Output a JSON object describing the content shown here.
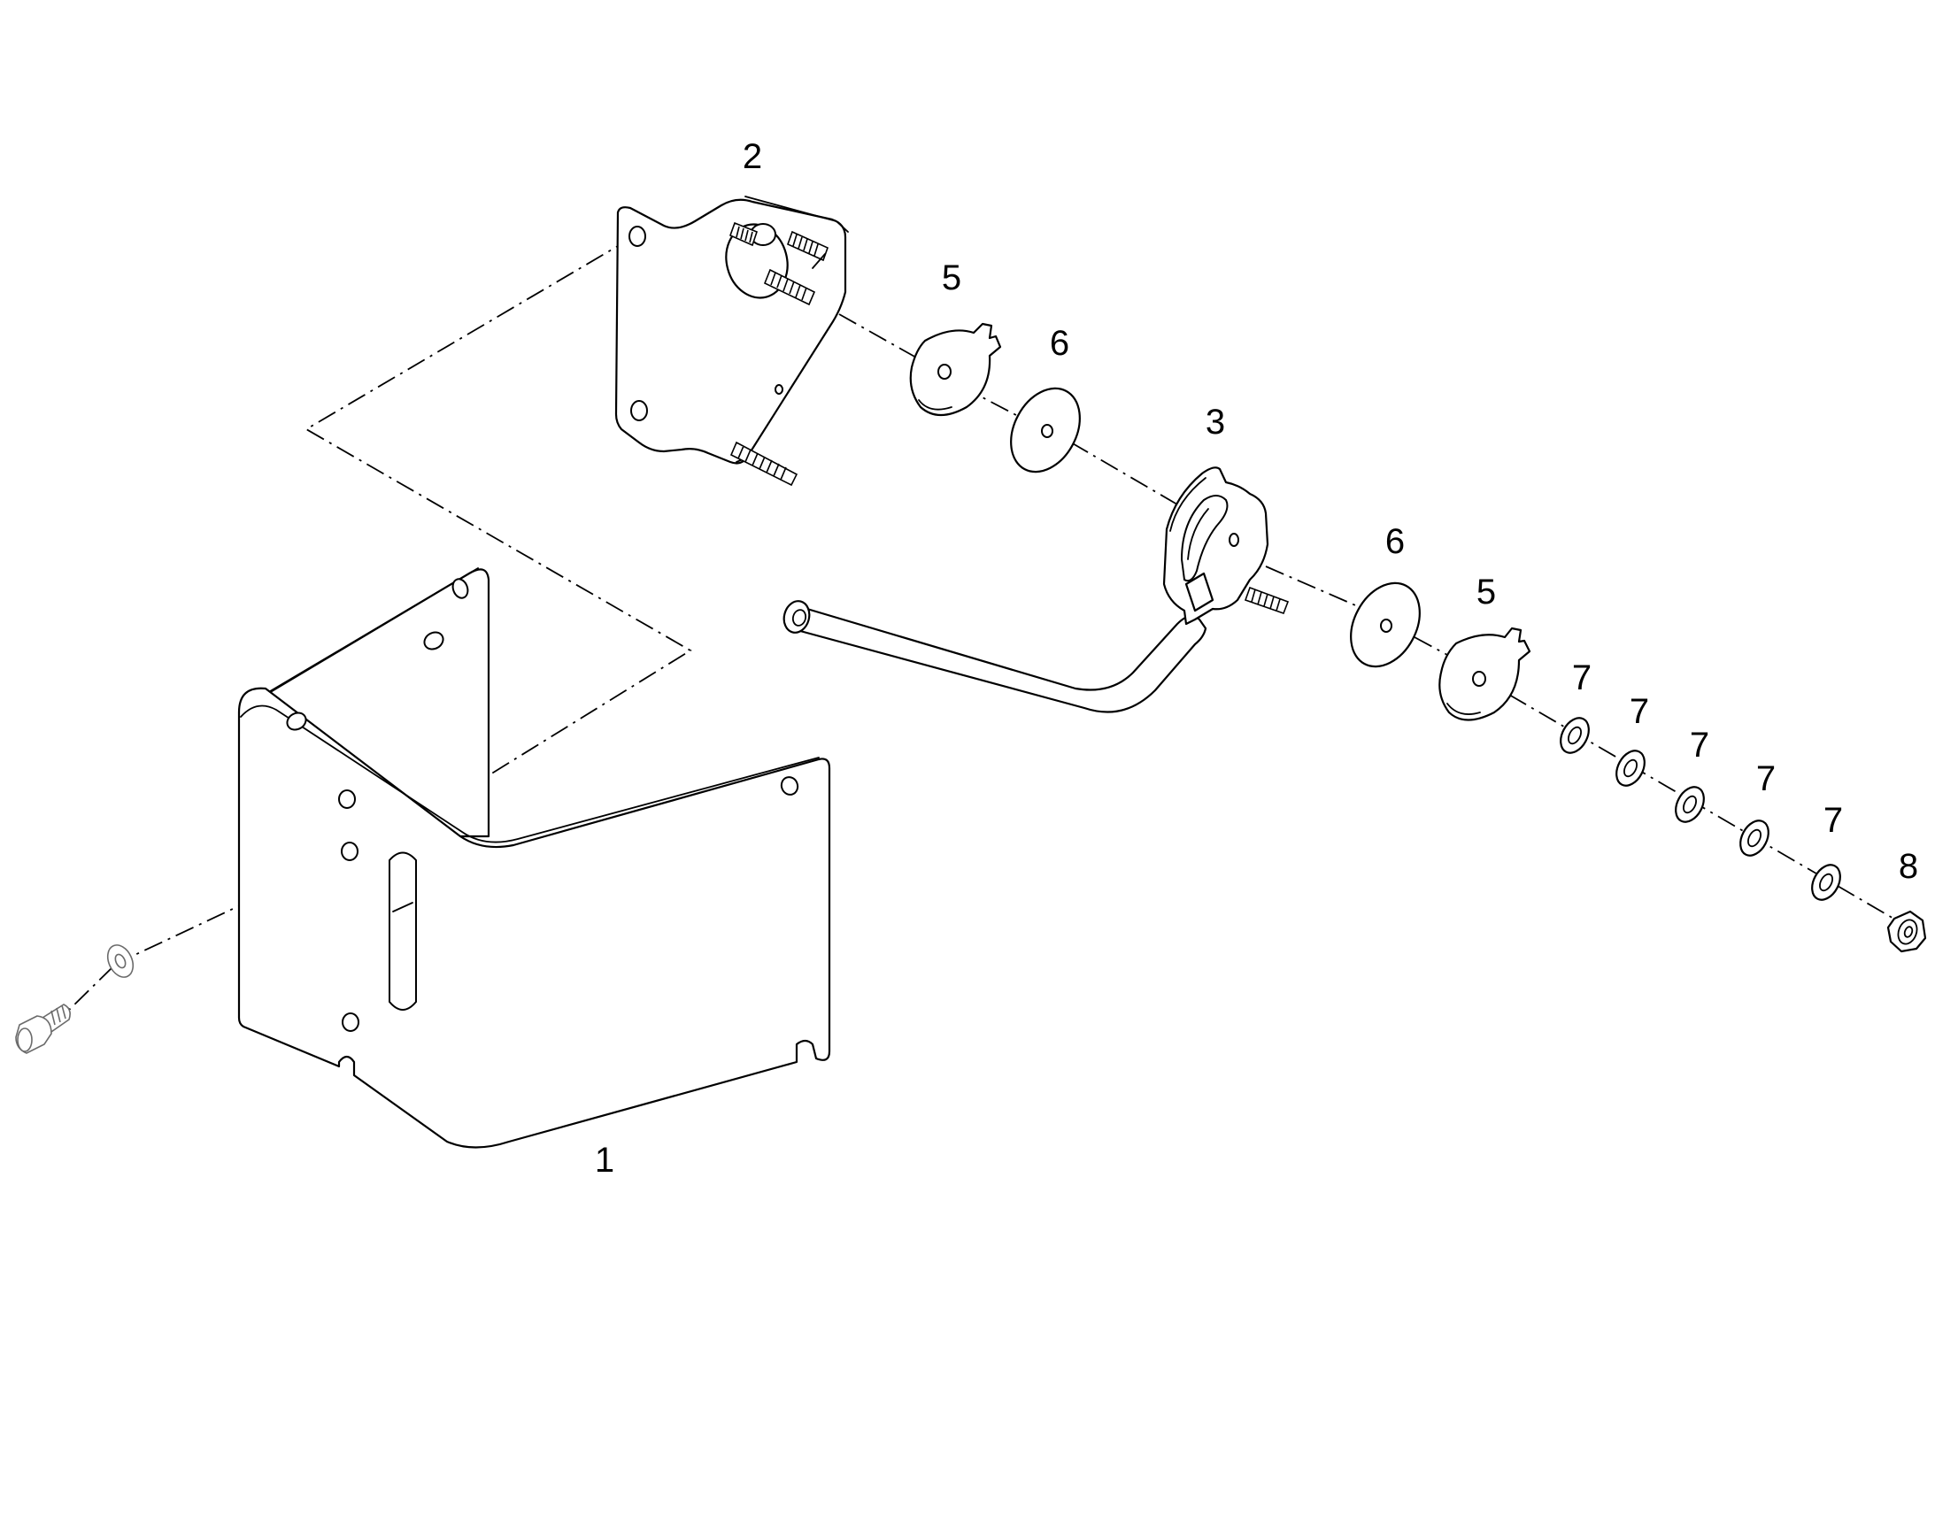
{
  "callouts": [
    {
      "id": "c1",
      "label": "1",
      "part": "mounting-bracket"
    },
    {
      "id": "c2",
      "label": "2",
      "part": "mounting-plate"
    },
    {
      "id": "c3",
      "label": "3",
      "part": "lever-arm"
    },
    {
      "id": "c5a",
      "label": "5",
      "part": "friction-disc"
    },
    {
      "id": "c6a",
      "label": "6",
      "part": "washer-plate"
    },
    {
      "id": "c6b",
      "label": "6",
      "part": "washer-plate"
    },
    {
      "id": "c5b",
      "label": "5",
      "part": "friction-disc"
    },
    {
      "id": "c7a",
      "label": "7",
      "part": "spring-washer"
    },
    {
      "id": "c7b",
      "label": "7",
      "part": "spring-washer"
    },
    {
      "id": "c7c",
      "label": "7",
      "part": "spring-washer"
    },
    {
      "id": "c7d",
      "label": "7",
      "part": "spring-washer"
    },
    {
      "id": "c7e",
      "label": "7",
      "part": "spring-washer"
    },
    {
      "id": "c8",
      "label": "8",
      "part": "hex-nut"
    }
  ]
}
